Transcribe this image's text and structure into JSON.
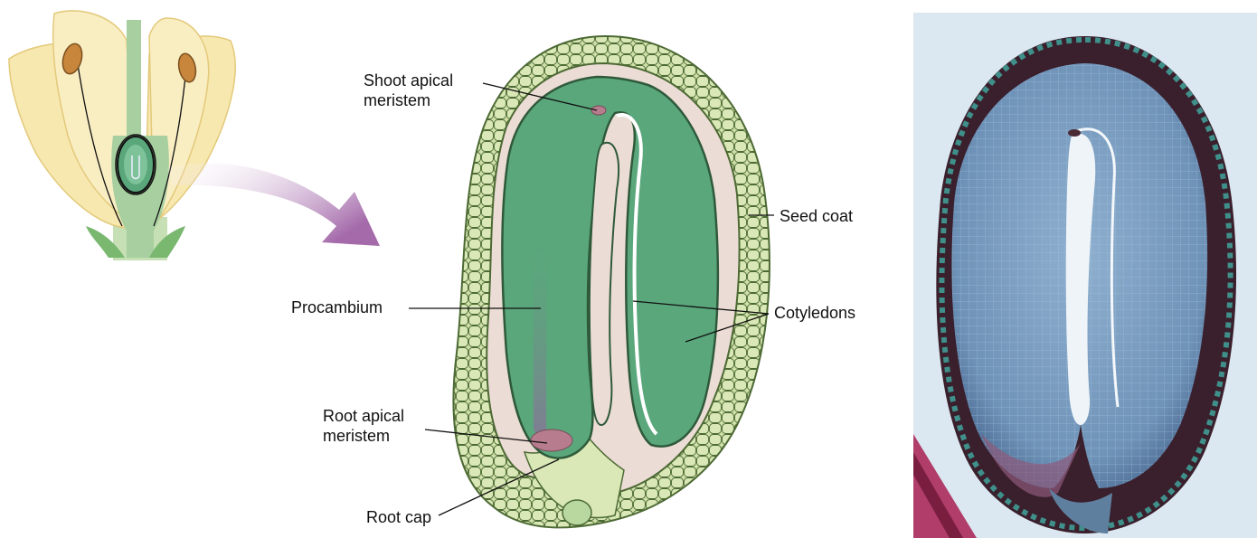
{
  "labels": {
    "shoot_apical_meristem": [
      "Shoot apical",
      "meristem"
    ],
    "seed_coat": "Seed coat",
    "procambium": "Procambium",
    "cotyledons": "Cotyledons",
    "root_apical_meristem": [
      "Root apical",
      "meristem"
    ],
    "root_cap": "Root cap"
  },
  "colors": {
    "petal": "#f7e8b0",
    "petal_edge": "#e3c97a",
    "stem": "#a8cfa0",
    "anther": "#c8863c",
    "embryo_green": "#5aa77c",
    "endosperm": "#ecdcd6",
    "seed_coat_cells": "#cfe0a8",
    "cell_outline": "#4d6a34",
    "meristem_pink": "#b77d8e",
    "arrow_purple": "#a46aaa",
    "micrograph_blue": "#6f93b8",
    "micrograph_dark": "#3a1f2c"
  }
}
